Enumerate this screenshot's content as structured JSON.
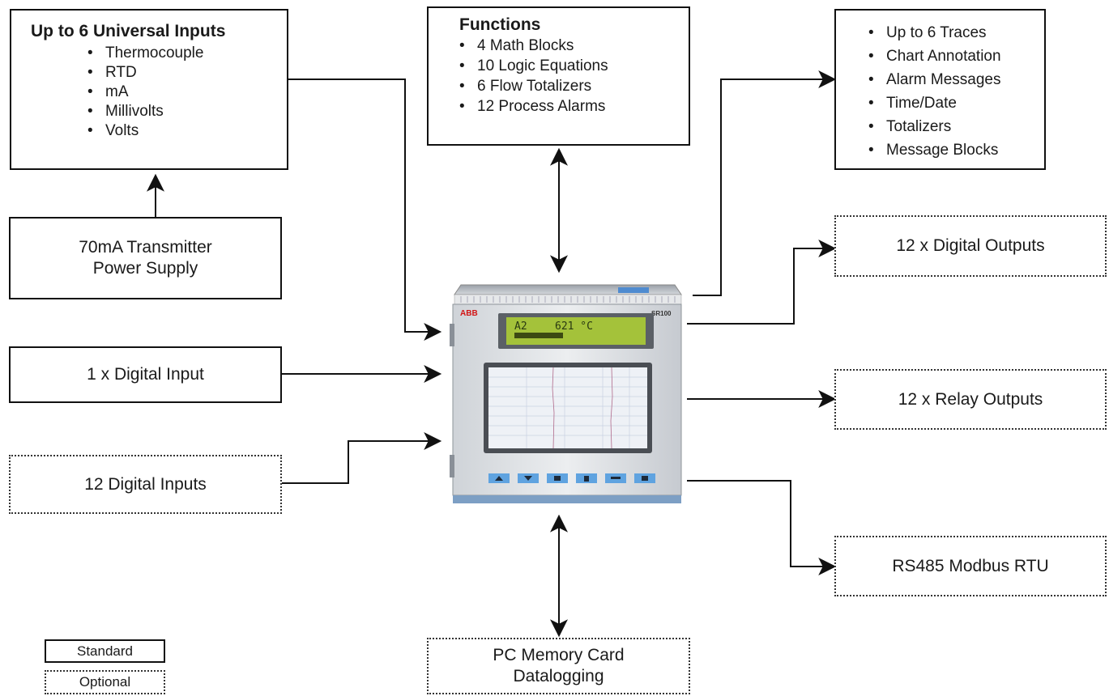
{
  "universal_inputs": {
    "title": "Up to 6 Universal Inputs",
    "items": [
      "Thermocouple",
      "RTD",
      "mA",
      "Millivolts",
      "Volts"
    ]
  },
  "transmitter": {
    "line1": "70mA Transmitter",
    "line2": "Power Supply"
  },
  "digital_input": {
    "label": "1 x Digital Input"
  },
  "digital_inputs_12": {
    "label": "12 Digital Inputs"
  },
  "functions": {
    "title": "Functions",
    "items": [
      "4 Math Blocks",
      "10 Logic Equations",
      "6 Flow Totalizers",
      "12 Process Alarms"
    ]
  },
  "display_features": {
    "items": [
      "Up to 6 Traces",
      "Chart Annotation",
      "Alarm Messages",
      "Time/Date",
      "Totalizers",
      "Message Blocks"
    ]
  },
  "digital_outputs": {
    "label": "12 x Digital Outputs"
  },
  "relay_outputs": {
    "label": "12 x Relay Outputs"
  },
  "modbus": {
    "label": "RS485 Modbus RTU"
  },
  "memory_card": {
    "line1": "PC Memory Card",
    "line2": "Datalogging"
  },
  "device": {
    "brand": "ABB",
    "model": "SR100",
    "lcd_channel": "A2",
    "lcd_value": "621 °C"
  },
  "legend": {
    "standard": "Standard",
    "optional": "Optional"
  }
}
